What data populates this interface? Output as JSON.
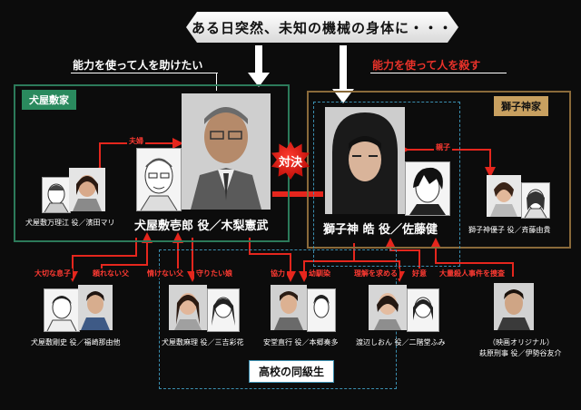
{
  "banner": "ある日突然、未知の機械の身体に・・・",
  "quotes": {
    "help": "能力を使って人を助けたい",
    "kill": "能力を使って人を殺す"
  },
  "families": {
    "inuyashiki": "犬屋敷家",
    "shishigami": "獅子神家"
  },
  "school_label": "高校の同級生",
  "versus": "対決",
  "relations": {
    "wife": "夫婦",
    "parent_child": "親子",
    "dear_son": "大切な息子",
    "unreliable_father": "頼れない父",
    "pathetic_father": "情けない父",
    "protect_daughter": "守りたい娘",
    "cooperation": "協力",
    "childhood_friend": "幼馴染",
    "seek_understanding": "理解を求める",
    "affection": "好意",
    "mass_murder_case": "大量殺人事件を捜査"
  },
  "characters": {
    "ichiro": "犬屋敷壱郎 役／木梨憲武",
    "hiro": "獅子神 皓 役／佐藤健",
    "mari": "犬屋敷万理江 役／濱田マリ",
    "yuko": "獅子神優子 役／斉藤由貴",
    "takeshi": "犬屋敷剛史 役／福崎那由他",
    "mari_ko": "犬屋敷麻理 役／三吉彩花",
    "naoyuki": "安堂直行 役／本郷奏多",
    "shion": "渡辺しおん 役／二階堂ふみ",
    "detective_note": "（映画オリジナル）",
    "detective": "萩原刑事 役／伊勢谷友介"
  }
}
